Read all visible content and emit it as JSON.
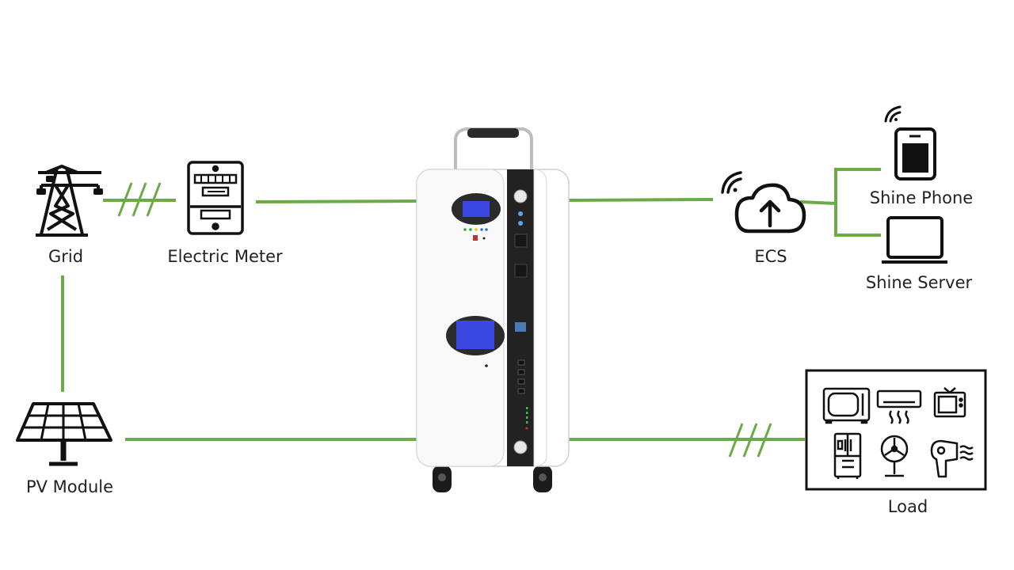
{
  "nodes": {
    "grid": {
      "label": "Grid",
      "icon": "transmission-tower-icon"
    },
    "meter": {
      "label": "Electric Meter",
      "icon": "electric-meter-icon"
    },
    "pv": {
      "label": "PV Module",
      "icon": "solar-panel-icon"
    },
    "battery": {
      "icon": "portable-battery-system-icon"
    },
    "ecs": {
      "label": "ECS",
      "icon": "cloud-upload-icon"
    },
    "phone": {
      "label": "Shine Phone",
      "icon": "phone-icon"
    },
    "server": {
      "label": "Shine Server",
      "icon": "laptop-icon"
    },
    "load": {
      "label": "Load",
      "icons": [
        "microwave-icon",
        "air-conditioner-icon",
        "tv-icon",
        "refrigerator-icon",
        "fan-icon",
        "hair-dryer-icon"
      ]
    }
  },
  "colors": {
    "connector": "#6aab47",
    "icon": "#111111",
    "screen": "#3a47e0",
    "panel": "#222222"
  }
}
